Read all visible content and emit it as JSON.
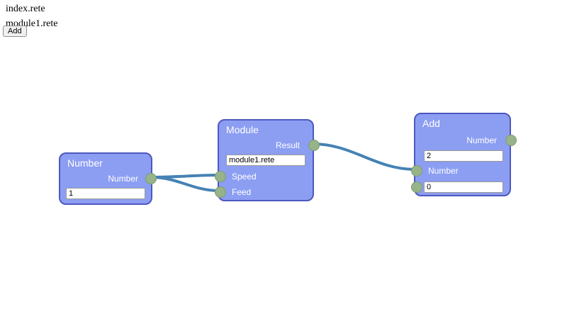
{
  "toolbar": {
    "files": [
      {
        "label": "index.rete"
      },
      {
        "label": "module1.rete"
      }
    ],
    "add_button_label": "Add"
  },
  "colors": {
    "node_fill": "#8c9ef2",
    "node_border": "#4e58bf",
    "node_text": "#ffffff",
    "socket_fill": "#96b38a",
    "socket_border": "#7f9c72",
    "connection": "#4682b4",
    "background": "#ffffff"
  },
  "nodes": {
    "number": {
      "title": "Number",
      "output": {
        "label": "Number"
      },
      "control": {
        "value": "1"
      }
    },
    "module": {
      "title": "Module",
      "output": {
        "label": "Result"
      },
      "control": {
        "value": "module1.rete"
      },
      "inputs": [
        {
          "label": "Speed"
        },
        {
          "label": "Feed"
        }
      ]
    },
    "add": {
      "title": "Add",
      "output": {
        "label": "Number"
      },
      "control": {
        "value": "2"
      },
      "inputs": [
        {
          "label": "Number"
        },
        {
          "label": "",
          "value": "0"
        }
      ]
    }
  },
  "connections": [
    {
      "from": "Number.Number",
      "to": "Module.Speed"
    },
    {
      "from": "Number.Number",
      "to": "Module.Feed"
    },
    {
      "from": "Module.Result",
      "to": "Add.Number"
    }
  ]
}
